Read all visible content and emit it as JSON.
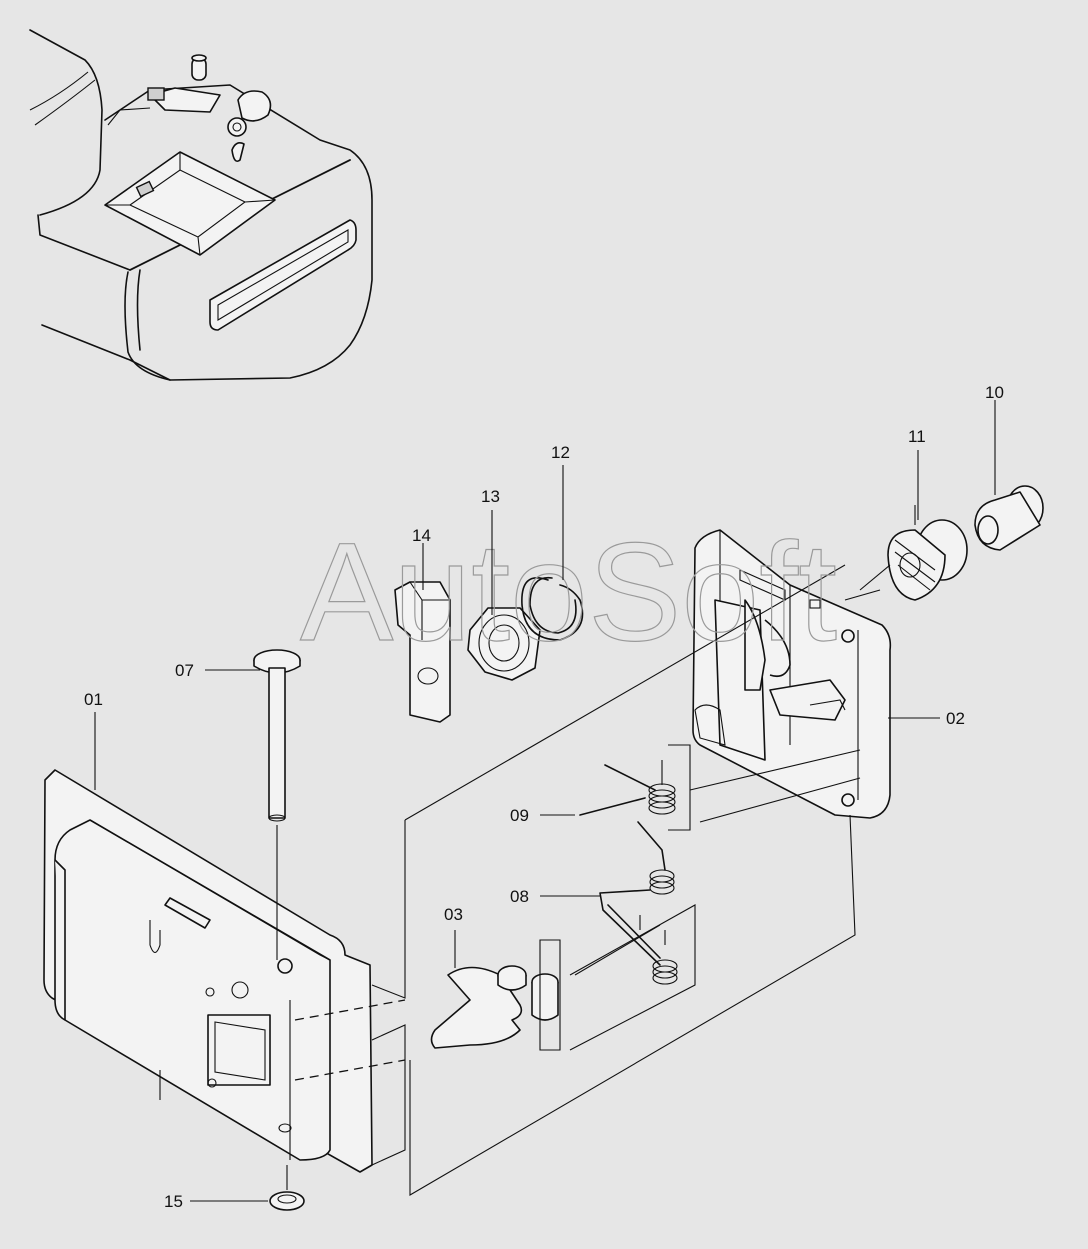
{
  "watermark": "AutoSoft",
  "parts": [
    {
      "key": "p01",
      "number": "01"
    },
    {
      "key": "p02",
      "number": "02"
    },
    {
      "key": "p03",
      "number": "03"
    },
    {
      "key": "p07",
      "number": "07"
    },
    {
      "key": "p08",
      "number": "08"
    },
    {
      "key": "p09",
      "number": "09"
    },
    {
      "key": "p10",
      "number": "10"
    },
    {
      "key": "p11",
      "number": "11"
    },
    {
      "key": "p12",
      "number": "12"
    },
    {
      "key": "p13",
      "number": "13"
    },
    {
      "key": "p14",
      "number": "14"
    },
    {
      "key": "p15",
      "number": "15"
    }
  ]
}
